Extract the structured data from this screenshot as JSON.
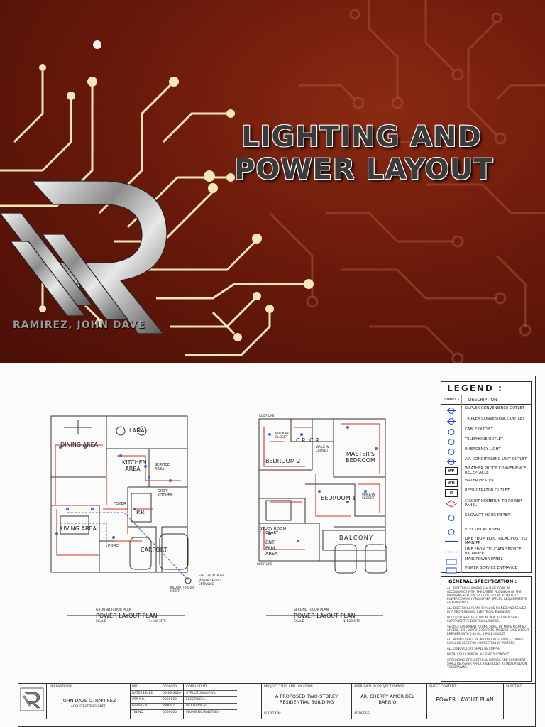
{
  "cover": {
    "title_line1": "LIGHTING AND",
    "title_line2": "POWER LAYOUT",
    "author": "RAMIREZ, JOHN DAVE",
    "logo_letter": "R",
    "colors": {
      "background": "#6b1a0b",
      "circuit_bright": "#f3e6b8",
      "circuit_dim": "#a6523a",
      "title_fill": "#3a3a3a"
    }
  },
  "sheet": {
    "ground_floor": {
      "rooms": [
        "LANAI",
        "DINING AREA",
        "KITCHEN AREA",
        "SERVICE AREA",
        "DIRTY KITCHEN",
        "FOYER",
        "P.R.",
        "LIVING AREA",
        "PORCH",
        "CARPORT"
      ],
      "callouts": [
        "ELECTRICAL POST",
        "POWER SERVICE ENTRANCE",
        "KILOWATT HOUR METER"
      ],
      "caption_small": "GROUND FLOOR PLAN",
      "caption": "POWER LAYOUT PLAN",
      "scale_label": "SCALE",
      "scale_value": "1:100 MTS"
    },
    "second_floor": {
      "rooms": [
        "ROOF LINE",
        "WALK-IN CLOSET",
        "C.R.",
        "C.R.",
        "WALK-IN CLOSET",
        "BEDROOM 2",
        "MASTER'S BEDROOM",
        "BEDROOM 1",
        "WALK-IN CLOSET",
        "STUDY ROOM / LIBRARY",
        "ENT. FAM. AREA",
        "BALCONY",
        "ROOF LINE"
      ],
      "caption_small": "SECOND FLOOR PLAN",
      "caption": "POWER LAYOUT PLAN",
      "scale_label": "SCALE",
      "scale_value": "1:100 MTS"
    },
    "legend": {
      "title": "LEGEND :",
      "col_symbols": "SYMBOLS",
      "col_description": "DESCRIPTION",
      "items": [
        {
          "symbol": "duplex-outlet",
          "desc": "DUPLEX CONVENIENCE OUTLET"
        },
        {
          "symbol": "triplex-outlet",
          "desc": "TRIPLEX CONVENIENCE OUTLET"
        },
        {
          "symbol": "cable-outlet",
          "desc": "CABLE OUTLET"
        },
        {
          "symbol": "telephone-outlet",
          "desc": "TELEPHONE OUTLET"
        },
        {
          "symbol": "emergency-light",
          "desc": "EMERGENCY LIGHT"
        },
        {
          "symbol": "aircon-outlet",
          "desc": "AIR CONDITIONING UNIT OUTLET"
        },
        {
          "symbol": "WP",
          "desc": "WEATHER PROOF CONVENIENCE RECEPTACLE"
        },
        {
          "symbol": "WH",
          "desc": "WATER HEATER"
        },
        {
          "symbol": "R",
          "desc": "REFRIGERATOR OUTLET"
        },
        {
          "symbol": "homerun",
          "desc": "CIRCUIT HOMERUN TO POWER PANEL"
        },
        {
          "symbol": "kwh-meter",
          "desc": "KILOWATT HOUR METER"
        },
        {
          "symbol": "riser",
          "desc": "ELECTRICAL RISER"
        },
        {
          "symbol": "line-electrical",
          "desc": "LINE FROM ELECTRICAL POST TO MAIN PP"
        },
        {
          "symbol": "line-teldata",
          "desc": "LINE FROM TEL/DATA SERVICE PROVIDER"
        },
        {
          "symbol": "main-panel",
          "desc": "MAIN POWER PANEL"
        },
        {
          "symbol": "service-entrance",
          "desc": "POWER SERVICE ENTRANCE"
        }
      ]
    },
    "general_spec": {
      "title": "GENERAL SPECIFICATION :",
      "paragraphs": [
        "ALL ELECTRICAL WORKS SHALL BE DONE IN ACCORDANCE WITH THE LATEST PROVISION OF THE PHILIPPINE ELECTRICAL CODE, LOCAL AUTHORITY, POWER COMPANY AND OTHER SPECIAL REQUIREMENTS AS APPLICABLE.",
        "ALL ELECTRICAL PLANS SHALL BE SIGNED AND SEALED BY A PROFESSIONAL ELECTRICAL ENGINEER.",
        "DULY QUALIFIED ELECTRICAL PRACTITIONER SHALL SUPERVISE THE ELECTRICAL WORKS.",
        "SERVICE EQUIPMENT RATING SHALL BE MORE FROM 60 AMPERE, 1PH, 2WIRE, 230 VOLTS, MOLDED CASE CIRCUIT BREAKER WITH 2-10 KA, 1 POLE CIRCUIT.",
        "ALL WIRING SHALL BE IN CONDUIT. FLEXIBLE CONDUIT SHALL BE USED FOR CONNECTION OF MOTORS.",
        "ALL CONDUCTORS SHALL BE COPPER.",
        "INSTALL PULL WIRE IN ALL EMPTY CONDUIT.",
        "GROUNDING OF ELECTRICAL SERVICE AND EQUIPMENT SHALL BE AS PER APPLICABLE CODES AS INDICATED ON THE DRAWING."
      ]
    },
    "title_block": {
      "prepared_by_label": "PREPARED BY:",
      "designer_name": "JOHN DAVE O. RAMIREZ",
      "designer_role": "ARCHITECT/DESIGNER",
      "prc_label": "PRC",
      "prc_value": "0000000",
      "date_label": "DATE ISSUED",
      "date_value": "09-29-2020",
      "ptr_label": "PTR NO.",
      "ptr_value": "0000000",
      "issued_label": "ISSUED AT",
      "issued_value": "MAKATI",
      "tin_label": "TIN NO.",
      "tin_value": "0000000",
      "consultant_label": "CONSULTANT:",
      "consultant_lines": [
        "STRUCTURAL/CIVIL",
        "ELECTRICAL",
        "MECHANICAL",
        "PLUMBING/SANITARY"
      ],
      "project_label": "PROJECT TITLE AND LOCATION",
      "project_title": "A PROPOSED TWO-STOREY RESIDENTIAL BUILDING",
      "location_label": "LOCATION:",
      "approved_label": "APPROVED BY/PROJECT OWNER:",
      "owner_name": "AR. CHERRY AMOR DEL BARRIO",
      "address_label": "ADDRESS:",
      "sheet_content_label": "SHEET CONTENT:",
      "sheet_content": "POWER LAYOUT PLAN",
      "sheet_no_label": "SHEET NO."
    }
  }
}
